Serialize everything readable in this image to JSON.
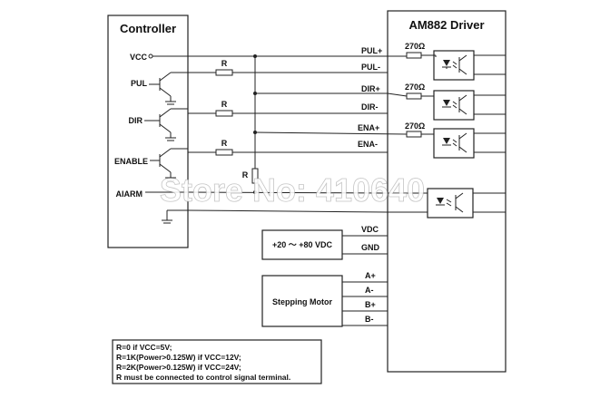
{
  "controller": {
    "title": "Controller",
    "pins": {
      "vcc": "VCC",
      "pul": "PUL",
      "dir": "DIR",
      "enable": "ENABLE",
      "alarm": "AIARM"
    }
  },
  "driver": {
    "title": "AM882 Driver",
    "terminals": {
      "pul_p": "PUL+",
      "pul_n": "PUL-",
      "dir_p": "DIR+",
      "dir_n": "DIR-",
      "ena_p": "ENA+",
      "ena_n": "ENA-",
      "vdc": "VDC",
      "gnd": "GND",
      "a_p": "A+",
      "a_n": "A-",
      "b_p": "B+",
      "b_n": "B-"
    },
    "resistor_value": "270Ω"
  },
  "resistor_label": "R",
  "power_supply": {
    "label": "+20 ～ +80 VDC"
  },
  "motor": {
    "label": "Stepping Motor"
  },
  "notes": [
    "R=0 if VCC=5V;",
    "R=1K(Power>0.125W) if VCC=12V;",
    "R=2K(Power>0.125W) if VCC=24V;",
    "R must be connected to control signal terminal."
  ],
  "watermark": "Store No: 410640"
}
